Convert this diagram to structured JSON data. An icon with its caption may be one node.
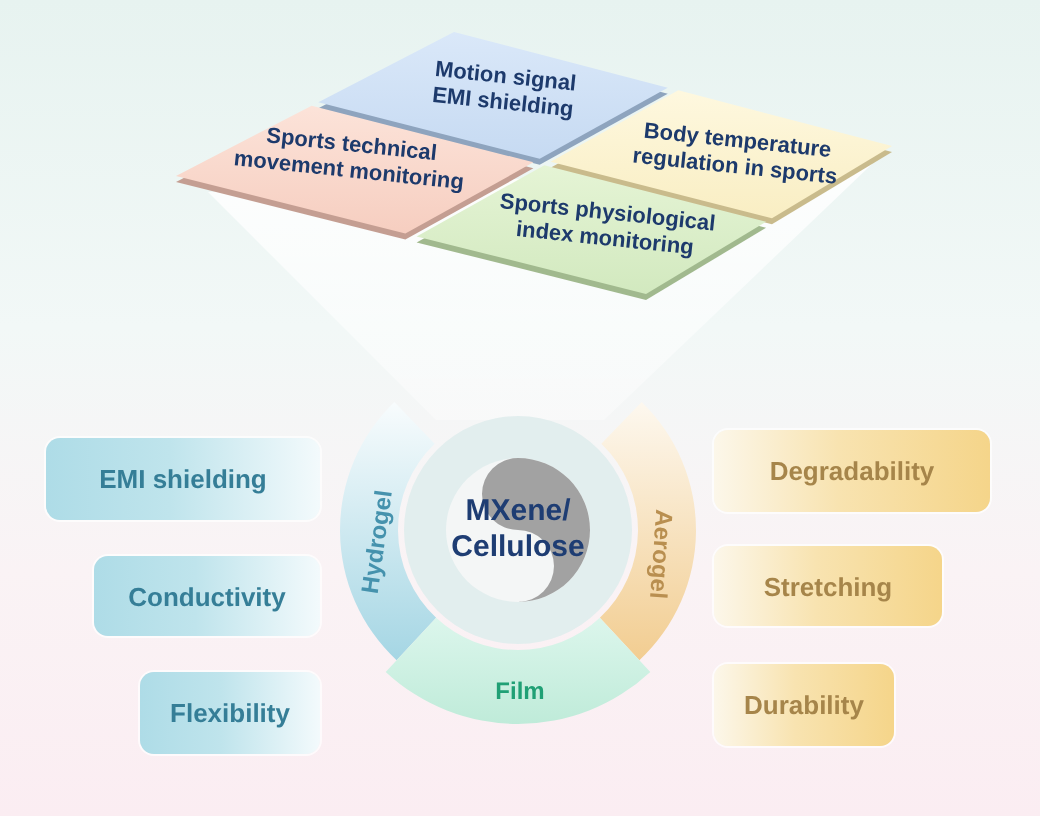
{
  "diagram": {
    "nodes": [
      {
        "text": [
          "Motion signal EMI shielding"
        ]
      },
      {
        "text": [
          "Sports technical movement monitoring"
        ]
      },
      {
        "text": [
          "Body temperature regulation in sports"
        ]
      },
      {
        "text": [
          "Sports physiological index monitoring"
        ]
      },
      {
        "text": [
          "Hydrogel"
        ]
      },
      {
        "text": [
          "MXene/ Cellulose"
        ]
      },
      {
        "text": [
          "Aerogel"
        ]
      },
      {
        "text": [
          "Film"
        ]
      },
      {
        "text": [
          "EMI shielding"
        ]
      },
      {
        "text": [
          "Conductivity"
        ]
      },
      {
        "text": [
          "Flexibility"
        ]
      },
      {
        "text": [
          "Degradability"
        ]
      },
      {
        "text": [
          "Stretching"
        ]
      },
      {
        "text": [
          "Durability"
        ]
      }
    ]
  }
}
